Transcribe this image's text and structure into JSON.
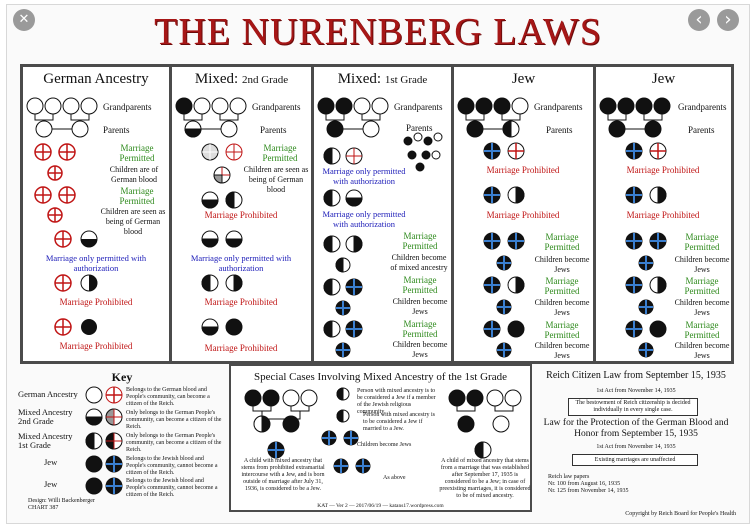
{
  "nav": {
    "close": "✕",
    "prev": "‹",
    "next": "›"
  },
  "title": "THE NURENBERG LAWS",
  "panels": {
    "german": {
      "title": "German Ancestry",
      "grandparents": "Grandparents",
      "parents": "Parents",
      "permitted1": "Marriage Permitted",
      "children1": "Children are of German blood",
      "permitted2": "Marriage Permitted",
      "children2": "Children are seen as being of German blood",
      "auth": "Marriage only permitted with authorization",
      "prohib1": "Marriage Prohibited",
      "prohib2": "Marriage Prohibited"
    },
    "mixed2": {
      "title": "Mixed:",
      "grade": "2nd Grade",
      "grandparents": "Grandparents",
      "parents": "Parents",
      "permitted": "Marriage Permitted",
      "children": "Children are seen as being of German blood",
      "prohib1": "Marriage Prohibited",
      "auth": "Marriage only permitted with authorization",
      "prohib2": "Marriage Prohibited",
      "prohib3": "Marriage Prohibited"
    },
    "mixed1": {
      "title": "Mixed:",
      "grade": "1st Grade",
      "grandparents": "Grandparents",
      "parents": "Parents",
      "auth1": "Marriage only permitted with authorization",
      "auth2": "Marriage only permitted with authorization",
      "permitted1": "Marriage Permitted",
      "children1": "Children become of mixed ancestry",
      "permitted2": "Marriage Permitted",
      "children2": "Children become Jews",
      "permitted3": "Marriage Permitted",
      "children3": "Children become Jews"
    },
    "jew1": {
      "title": "Jew",
      "grandparents": "Grandparents",
      "parents": "Parents",
      "prohib1": "Marriage Prohibited",
      "prohib2": "Marriage Prohibited",
      "permitted1": "Marriage Permitted",
      "children1": "Children become Jews",
      "permitted2": "Marriage Permitted",
      "children2": "Children become Jews",
      "permitted3": "Marriage Permitted",
      "children3": "Children become Jews"
    },
    "jew2": {
      "title": "Jew",
      "grandparents": "Grandparents",
      "parents": "Parents",
      "prohib1": "Marriage Prohibited",
      "prohib2": "Marriage Prohibited",
      "permitted1": "Marriage Permitted",
      "children1": "Children become Jews",
      "permitted2": "Marriage Permitted",
      "children2": "Children become Jews",
      "permitted3": "Marriage Permitted",
      "children3": "Children become Jews"
    }
  },
  "key": {
    "title": "Key",
    "rows": [
      {
        "label": "German Ancestry",
        "desc": "Belongs to the German blood and People's community, can become a citizen of the Reich."
      },
      {
        "label": "Mixed Ancestry 2nd Grade",
        "desc": "Only belongs to the German People's community, can become a citizen of the Reich."
      },
      {
        "label": "Mixed Ancestry 1st Grade",
        "desc": "Only belongs to the German People's community, can become a citizen of the Reich."
      },
      {
        "label": "Jew",
        "desc": "Belongs to the Jewish blood and People's community, cannot become a citizen of the Reich."
      },
      {
        "label": "Jew",
        "desc": "Belongs to the Jewish blood and People's community, cannot become a citizen of the Reich."
      }
    ],
    "design": "Design: Willi Backenberger",
    "chart": "CHART 387"
  },
  "special": {
    "title": "Special Cases Involving Mixed Ancestry of the 1st Grade",
    "left": "A child with mixed ancestry that stems from prohibited extramarital intercourse with a Jew, and is born outside of marriage after July 31, 1936, is considered to be a Jew.",
    "mid1": "Person with mixed ancestry is to be considered a Jew if a member of the Jewish religious community.",
    "mid2": "Person with mixed ancestry is to be considered a Jew if married to a Jew.",
    "mid3": "Children become Jews",
    "mid4": "As above",
    "right": "A child of mixed ancestry that stems from a marriage that was established after September 17, 1935 is considered to be a Jew; in case of preexisting marriages, it is considered to be of mixed ancestry.",
    "footer": "KAT — Ver 2 — 2017/06/19 — katans17.wordpress.com"
  },
  "laws": {
    "citizen_title": "Reich Citizen Law from September 15, 1935",
    "first_act1": "1st Act from November 14, 1935",
    "box1": "The bestowment of Reich citizenship is decided individually in every single case.",
    "protection_title": "Law for the Protection of the German Blood and Honor from September 15, 1935",
    "first_act2": "1st Act from November 14, 1935",
    "box2": "Existing marriages are unaffected",
    "papers": "Reich law papers",
    "nr1": "Nr. 100 from August 16, 1935",
    "nr2": "Nr. 125 from November 14, 1935",
    "copyright": "Copyright by Reich Board for People's Health"
  }
}
